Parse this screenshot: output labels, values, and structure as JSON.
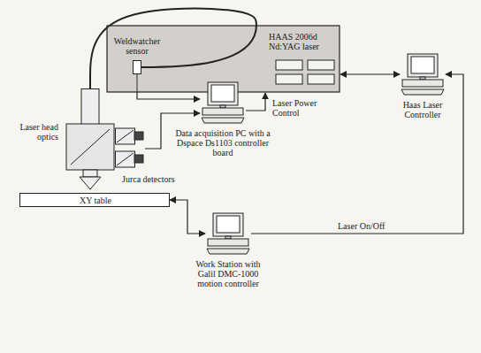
{
  "diagram": {
    "nodes": [
      {
        "text": [
          "HAAS 2006d Nd:YAG laser"
        ]
      },
      {
        "text": [
          "Weldwatcher sensor"
        ],
        "in": 0
      },
      {
        "text": [
          "Haas Laser Controller"
        ]
      },
      {
        "text": [
          "Laser head optics"
        ]
      },
      {
        "text": [
          "Jurca detectors"
        ]
      },
      {
        "text": [
          "Data acquisition PC with a Dspace Ds1103 controller board"
        ]
      },
      {
        "text": [
          "XY table"
        ]
      },
      {
        "text": [
          "Work Station with Galil DMC-1000 motion controller"
        ]
      }
    ],
    "edges": [
      {
        "from": 0,
        "to": 3,
        "arrow": "none"
      },
      {
        "from": 0,
        "to": 2,
        "arrow": "both"
      },
      {
        "from": 1,
        "to": 5,
        "arrow": "to"
      },
      {
        "from": 4,
        "to": 5,
        "arrow": "to"
      },
      {
        "from": 5,
        "to": 0,
        "label": "Laser Power Control",
        "arrow": "to"
      },
      {
        "from": 6,
        "to": 7,
        "arrow": "both"
      },
      {
        "from": 7,
        "to": 2,
        "label": "Laser On/Off",
        "arrow": "to"
      }
    ]
  }
}
